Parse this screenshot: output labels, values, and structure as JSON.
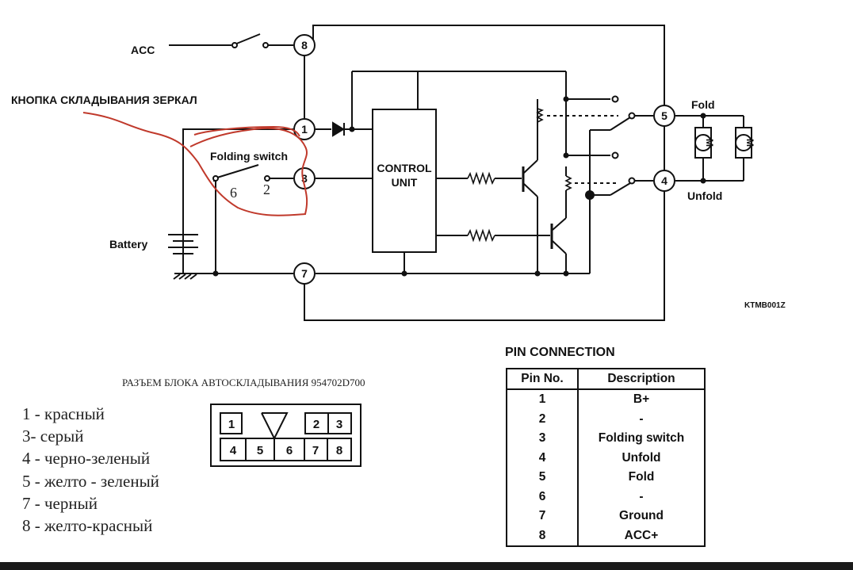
{
  "diagram": {
    "acc_label": "ACC",
    "title_ru": "КНОПКА СКЛАДЫВАНИЯ ЗЕРКАЛ",
    "folding_switch_label": "Folding switch",
    "battery_label": "Battery",
    "control_unit_line1": "CONTROL",
    "control_unit_line2": "UNIT",
    "fold_label": "Fold",
    "unfold_label": "Unfold",
    "ref_code": "KTMB001Z",
    "pin_8": "8",
    "pin_1": "1",
    "pin_3": "3",
    "pin_7": "7",
    "pin_5": "5",
    "pin_4": "4",
    "hand_note_6": "6",
    "hand_note_2": "2",
    "motor_label": "M",
    "annotation_color": "#c0392b"
  },
  "connector": {
    "title": "РАЗЪЕМ БЛОКА АВТОСКЛАДЫВАНИЯ 954702D700",
    "top_left": "1",
    "top_right_a": "2",
    "top_right_b": "3",
    "bottom": [
      "4",
      "5",
      "6",
      "7",
      "8"
    ]
  },
  "legend": [
    "1 - красный",
    "3- серый",
    "4 - черно-зеленый",
    "5 - желто - зеленый",
    "7 - черный",
    "8 - желто-красный"
  ],
  "pin_connection": {
    "title": "PIN CONNECTION",
    "headers": [
      "Pin No.",
      "Description"
    ],
    "rows": [
      [
        "1",
        "B+"
      ],
      [
        "2",
        "-"
      ],
      [
        "3",
        "Folding switch"
      ],
      [
        "4",
        "Unfold"
      ],
      [
        "5",
        "Fold"
      ],
      [
        "6",
        "-"
      ],
      [
        "7",
        "Ground"
      ],
      [
        "8",
        "ACC+"
      ]
    ]
  }
}
